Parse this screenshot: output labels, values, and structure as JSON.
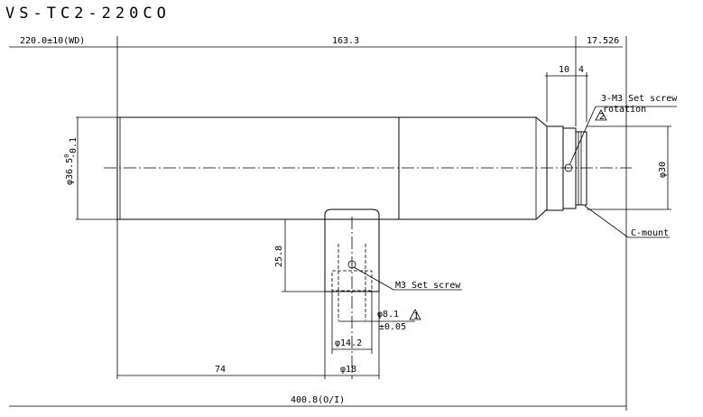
{
  "title": "VS-TC2-220CO",
  "dimensions": {
    "working_distance": "220.0±10(WD)",
    "body_length": "163.3",
    "flange_length": "17.526",
    "dim_10": "10",
    "dim_4": "4",
    "body_diameter": "φ36.5",
    "body_diameter_tol_upper": "0",
    "body_diameter_tol_lower": "-0.1",
    "mount_diameter": "φ30",
    "port_height": "25.8",
    "port_offset": "74",
    "port_diameter": "φ18",
    "fiber_diameter_inner": "φ14.2",
    "fiber_diameter": "φ8.1",
    "fiber_tolerance": "±0.05",
    "total_length": "400.8(O/I)"
  },
  "callouts": {
    "set_screw_3": "3-M3 Set screw",
    "rotation": "rotation",
    "note_2": "2",
    "c_mount": "C-mount",
    "set_screw_m3": "M3 Set screw",
    "note_1": "1"
  }
}
